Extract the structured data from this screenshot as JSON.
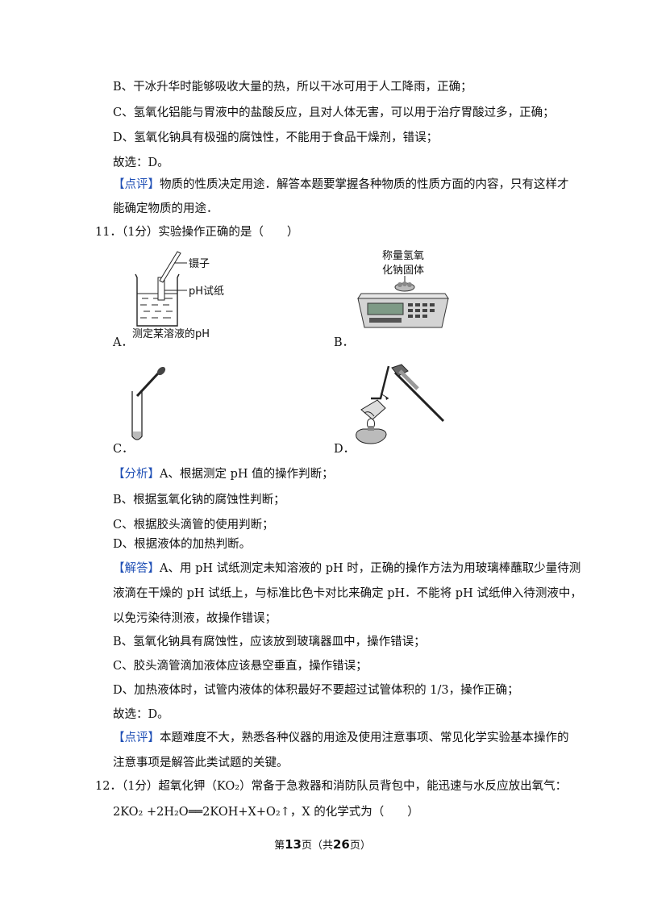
{
  "lines": {
    "b1": "B、干冰升华时能够吸收大量的热，所以干冰可用于人工降雨，正确；",
    "c1": "C、氢氧化铝能与胃液中的盐酸反应，且对人体无害，可以用于治疗胃酸过多，正确；",
    "d1": "D、氢氧化钠具有极强的腐蚀性，不能用于食品干燥剂，错误；",
    "ans1": "故选：D。",
    "review1_tag": "【点评】",
    "review1_a": "物质的性质决定用途．解答本题要掌握各种物质的性质方面的内容，只有这样才",
    "review1_b": "能确定物质的用途．",
    "q11": "11．（1分）实验操作正确的是（　　）",
    "analysis_tag": "【分析】",
    "analysis_a": "A、根据测定 pH 值的操作判断；",
    "analysis_b": "B、根据氢氧化钠的腐蚀性判断；",
    "analysis_c": "C、根据胶头滴管的使用判断；",
    "analysis_d": "D、根据液体的加热判断。",
    "solution_tag": "【解答】",
    "solution_a1": "A、用 pH 试纸测定未知溶液的 pH 时，正确的操作方法为用玻璃棒蘸取少量待测",
    "solution_a2": "液滴在干燥的 pH 试纸上，与标准比色卡对比来确定 pH．不能将 pH 试纸伸入待测液中，",
    "solution_a3": "以免污染待测液，故操作错误；",
    "solution_b": "B、氢氧化钠具有腐蚀性，应该放到玻璃器皿中，操作错误；",
    "solution_c": "C、胶头滴管滴加液体应该悬空垂直，操作错误；",
    "solution_d": "D、加热液体时，试管内液体的体积最好不要超过试管体积的 1/3，操作正确；",
    "ans2": "故选：D。",
    "review2_tag": "【点评】",
    "review2_a": "本题难度不大，熟悉各种仪器的用途及使用注意事项、常见化学实验基本操作的",
    "review2_b": "注意事项是解答此类试题的关键。",
    "q12_a": "12．（1分）超氧化钾（KO₂）常备于急救器和消防队员背包中，能迅速与水反应放出氧气：",
    "q12_b": "2KO₂ +2H₂O══2KOH+X+O₂↑，X 的化学式为（　　）"
  },
  "options": {
    "a": "A．",
    "b": "B．",
    "c": "C．",
    "d": "D．"
  },
  "figures": {
    "a_tweezers": "镊子",
    "a_paper": "pH试纸",
    "a_caption": "测定某溶液的pH",
    "b_caption_1": "称量氢氧",
    "b_caption_2": "化钠固体"
  },
  "footer": {
    "prefix": "第",
    "page": "13",
    "mid": "页（共",
    "total": "26",
    "suffix": "页）"
  },
  "colors": {
    "tag": "#1f4fb5",
    "text": "#111111"
  }
}
